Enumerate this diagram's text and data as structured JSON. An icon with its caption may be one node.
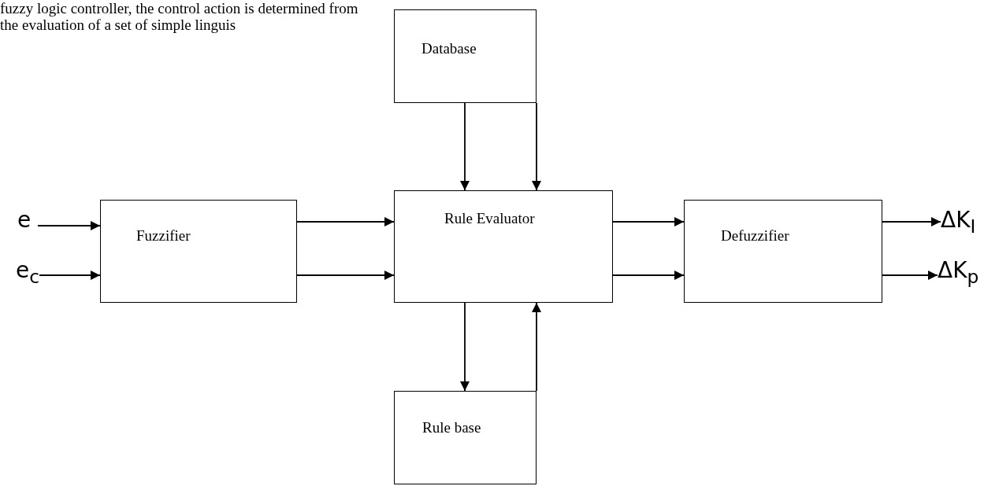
{
  "diagram": {
    "nodes": [
      {
        "text": [
          "e"
        ]
      },
      {
        "text": [
          "e$_{c}$"
        ]
      },
      {
        "text": [
          "Fuzzifier"
        ]
      },
      {
        "text": [
          "Database"
        ]
      },
      {
        "text": [
          "Rule Evaluator"
        ]
      },
      {
        "text": [
          "Defuzzifier"
        ]
      },
      {
        "text": [
          "Rule base"
        ]
      },
      {
        "text": [
          "ΔK$_{I}$"
        ]
      },
      {
        "text": [
          "ΔK$_{p}$"
        ]
      }
    ],
    "edges": [
      {
        "from": 0,
        "to": 2,
        "arrow": "to"
      },
      {
        "from": 1,
        "to": 2,
        "arrow": "to"
      },
      {
        "from": 2,
        "to": 4,
        "arrow": "to"
      },
      {
        "from": 2,
        "to": 4,
        "arrow": "to"
      },
      {
        "from": 3,
        "to": 4,
        "arrow": "to"
      },
      {
        "from": 3,
        "to": 4,
        "arrow": "to"
      },
      {
        "from": 4,
        "to": 6,
        "arrow": "to"
      },
      {
        "from": 6,
        "to": 4,
        "arrow": "to"
      },
      {
        "from": 4,
        "to": 5,
        "arrow": "to"
      },
      {
        "from": 4,
        "to": 5,
        "arrow": "to"
      },
      {
        "from": 5,
        "to": 7,
        "arrow": "to"
      },
      {
        "from": 5,
        "to": 8,
        "arrow": "to"
      }
    ],
    "labels": [
      "fuzzy logic controller, the control action is determined from",
      "the evaluation of a set of simple linguis"
    ]
  }
}
